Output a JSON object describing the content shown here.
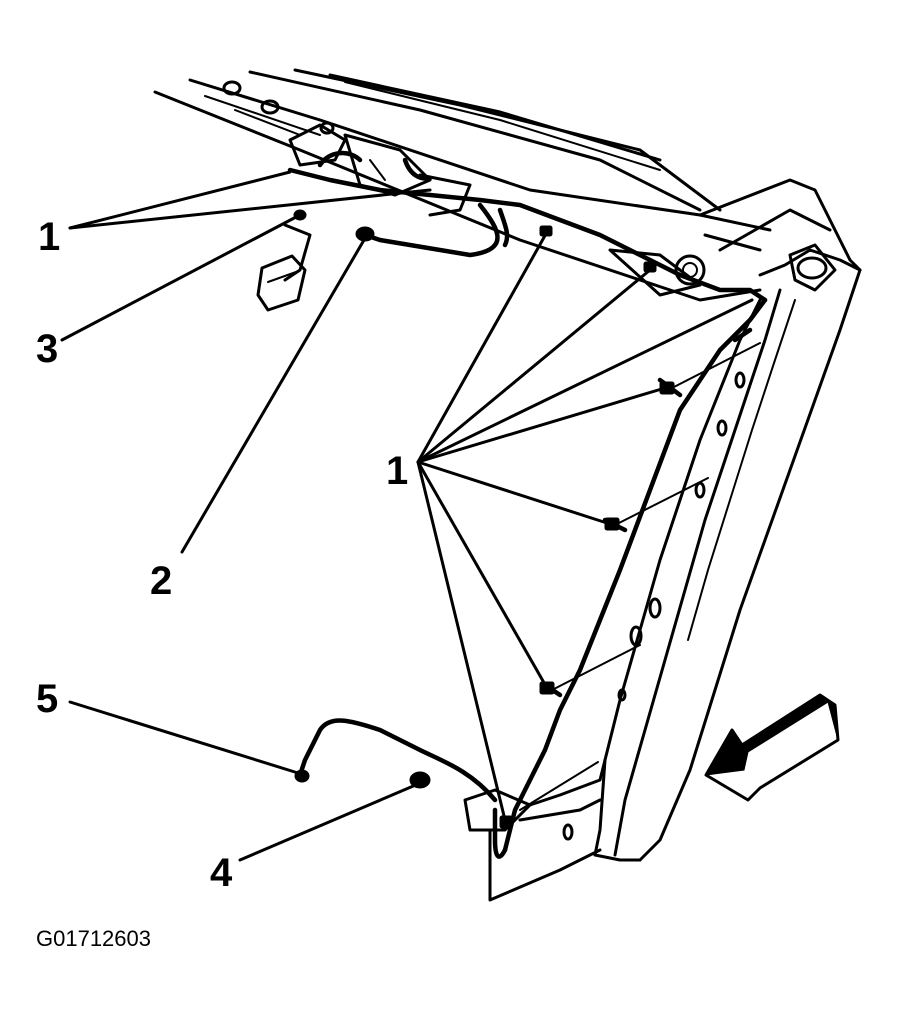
{
  "callouts": {
    "c1_top": "1",
    "c1_mid": "1",
    "c2": "2",
    "c3": "3",
    "c4": "4",
    "c5": "5"
  },
  "figure_id": "G01712603",
  "icons": {
    "view_arrow": "direction-arrow-icon"
  }
}
